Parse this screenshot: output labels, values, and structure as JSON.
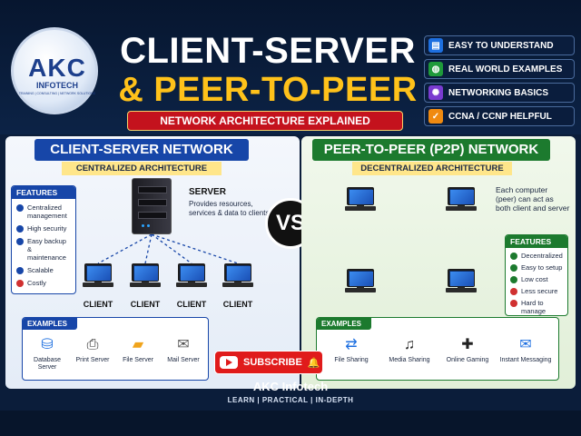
{
  "header": {
    "logo_text": "AKC",
    "logo_sub": "INFOTECH",
    "logo_ring": "TRAINING | CONSULTING | NETWORK SOLUTIONS",
    "title_line1": "CLIENT-SERVER",
    "title_line2": "& PEER-TO-PEER",
    "subtitle": "NETWORK ARCHITECTURE EXPLAINED",
    "badges": [
      {
        "label": "EASY TO UNDERSTAND",
        "icon": "book-icon",
        "color": "#1d6fe0"
      },
      {
        "label": "REAL WORLD EXAMPLES",
        "icon": "globe-icon",
        "color": "#1f9a3a"
      },
      {
        "label": "NETWORKING BASICS",
        "icon": "gear-icon",
        "color": "#7a3bd0"
      },
      {
        "label": "CCNA / CCNP HELPFUL",
        "icon": "check-icon",
        "color": "#f08a10"
      }
    ]
  },
  "client_server": {
    "title": "CLIENT-SERVER NETWORK",
    "tag": "CENTRALIZED ARCHITECTURE",
    "accent": "#1746a8",
    "features_title": "FEATURES",
    "features": [
      "Centralized management",
      "High security",
      "Easy backup & maintenance",
      "Scalable",
      "Costly"
    ],
    "server_name": "SERVER",
    "server_desc": "Provides resources, services & data to clients",
    "clients": [
      "CLIENT",
      "CLIENT",
      "CLIENT",
      "CLIENT"
    ],
    "examples_title": "EXAMPLES",
    "examples": [
      {
        "label": "Database Server",
        "icon": "database-icon"
      },
      {
        "label": "Print Server",
        "icon": "printer-icon"
      },
      {
        "label": "File Server",
        "icon": "folder-icon"
      },
      {
        "label": "Mail Server",
        "icon": "mail-icon"
      }
    ]
  },
  "vs_label": "VS",
  "p2p": {
    "title": "PEER-TO-PEER (P2P) NETWORK",
    "tag": "DECENTRALIZED ARCHITECTURE",
    "accent": "#1c7a2e",
    "description": "Each computer (peer) can act as both client and server",
    "features_title": "FEATURES",
    "features": [
      "Decentralized",
      "Easy to setup",
      "Low cost",
      "Less secure",
      "Hard to manage"
    ],
    "examples_title": "EXAMPLES",
    "examples": [
      {
        "label": "File Sharing",
        "icon": "file-sharing-icon"
      },
      {
        "label": "Media Sharing",
        "icon": "media-icon"
      },
      {
        "label": "Online Gaming",
        "icon": "gamepad-icon"
      },
      {
        "label": "Instant Messaging",
        "icon": "chat-icon"
      }
    ]
  },
  "subscribe_label": "SUBSCRIBE",
  "footer": {
    "name": "AKC Infotech",
    "tagline": "LEARN | PRACTICAL | IN-DEPTH"
  }
}
